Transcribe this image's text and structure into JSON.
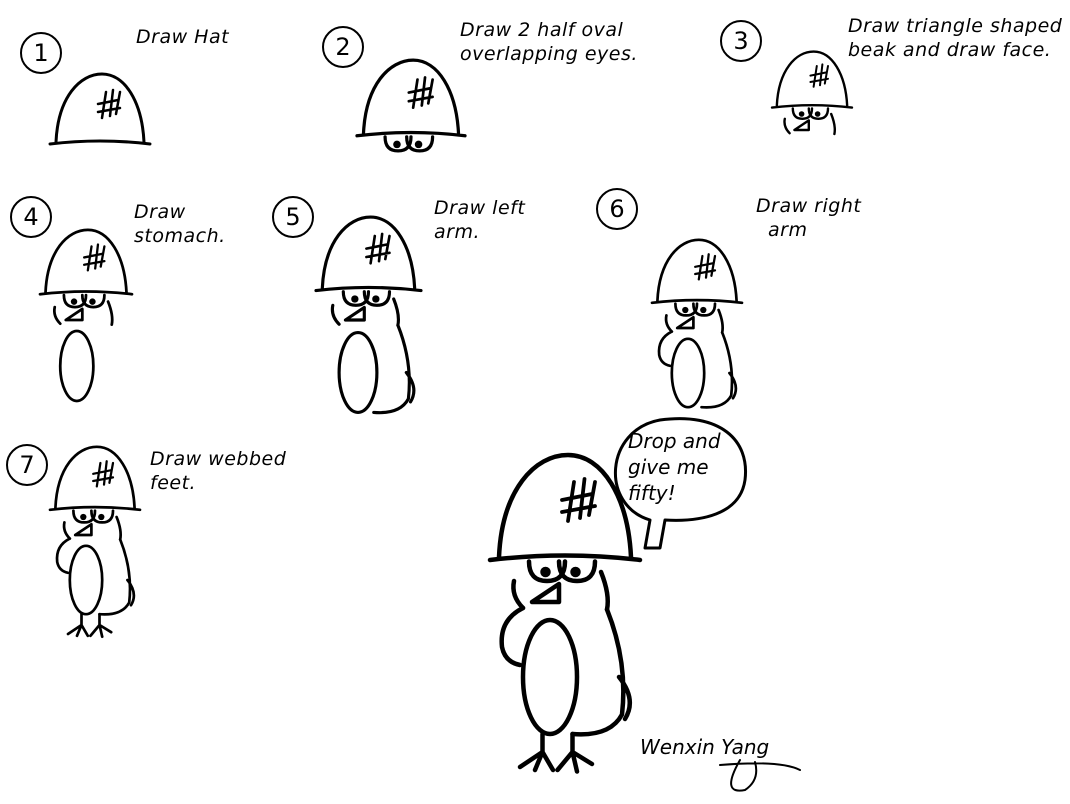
{
  "steps": [
    {
      "number": "1",
      "instruction": [
        "Draw Hat"
      ]
    },
    {
      "number": "2",
      "instruction": [
        "Draw 2 half oval",
        "overlapping eyes."
      ]
    },
    {
      "number": "3",
      "instruction": [
        "Draw triangle shaped",
        "beak and draw face."
      ]
    },
    {
      "number": "4",
      "instruction": [
        "Draw",
        "stomach."
      ]
    },
    {
      "number": "5",
      "instruction": [
        "Draw left",
        "arm."
      ]
    },
    {
      "number": "6",
      "instruction": [
        "Draw right",
        "arm"
      ]
    },
    {
      "number": "7",
      "instruction": [
        "Draw webbed",
        "feet."
      ]
    }
  ],
  "speech_bubble": [
    "Drop and",
    "give me",
    "fifty!"
  ],
  "signature": "Wenxin Yang"
}
